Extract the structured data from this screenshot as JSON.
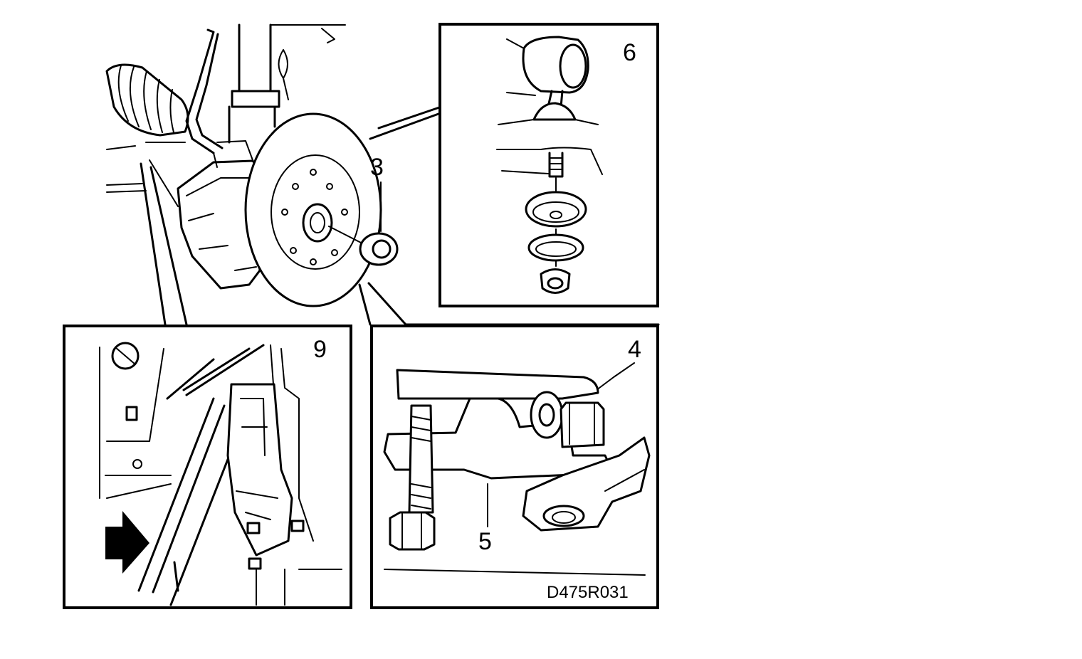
{
  "figure": {
    "drawing_code": "D475R031",
    "callouts": {
      "c3": "3",
      "c4": "4",
      "c5": "5",
      "c6": "6",
      "c9": "9"
    }
  }
}
